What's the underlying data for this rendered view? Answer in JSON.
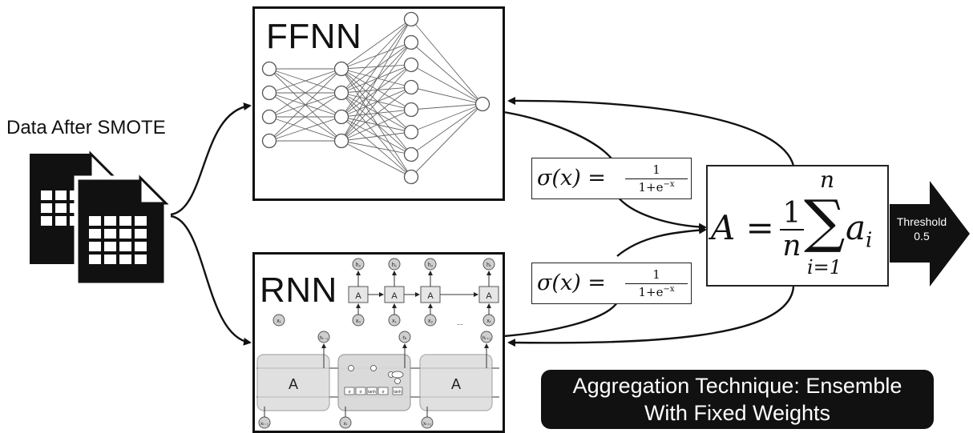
{
  "data_label": "Data After SMOTE",
  "ffnn": {
    "title": "FFNN"
  },
  "rnn": {
    "title": "RNN",
    "unrolled_cell_label": "A",
    "unrolled_inputs": [
      "x₀",
      "x₁",
      "x₂",
      "xₜ"
    ],
    "unrolled_outputs": [
      "h₀",
      "h₁",
      "h₂",
      "hₜ"
    ],
    "single_input": "xₜ",
    "ellipsis": "...",
    "lstm_cell_label": "A",
    "lstm_inputs": [
      "xₜ₋₁",
      "xₜ",
      "xₜ₊₁"
    ],
    "lstm_outputs": [
      "hₜ₋₁",
      "hₜ",
      "hₜ₊₁"
    ],
    "lstm_ops": [
      "σ",
      "σ",
      "tanh",
      "σ",
      "tanh"
    ]
  },
  "sigmoid": {
    "lhs": "σ(x) =",
    "numerator": "1",
    "denominator": "1+e",
    "exponent": "−x"
  },
  "aggregate": {
    "lhs": "A =",
    "frac_num": "1",
    "frac_den": "n",
    "sum_sym": "∑",
    "sum_upper": "n",
    "sum_lower": "i=1",
    "term": "a",
    "term_sub": "i"
  },
  "threshold": {
    "line1": "Threshold",
    "line2": "0.5"
  },
  "aggregation_note": {
    "line1": "Aggregation Technique: Ensemble",
    "line2": "With Fixed Weights"
  },
  "colors": {
    "ink": "#111111",
    "node_stroke": "#555555",
    "cell_fill": "#d9d9d9"
  }
}
